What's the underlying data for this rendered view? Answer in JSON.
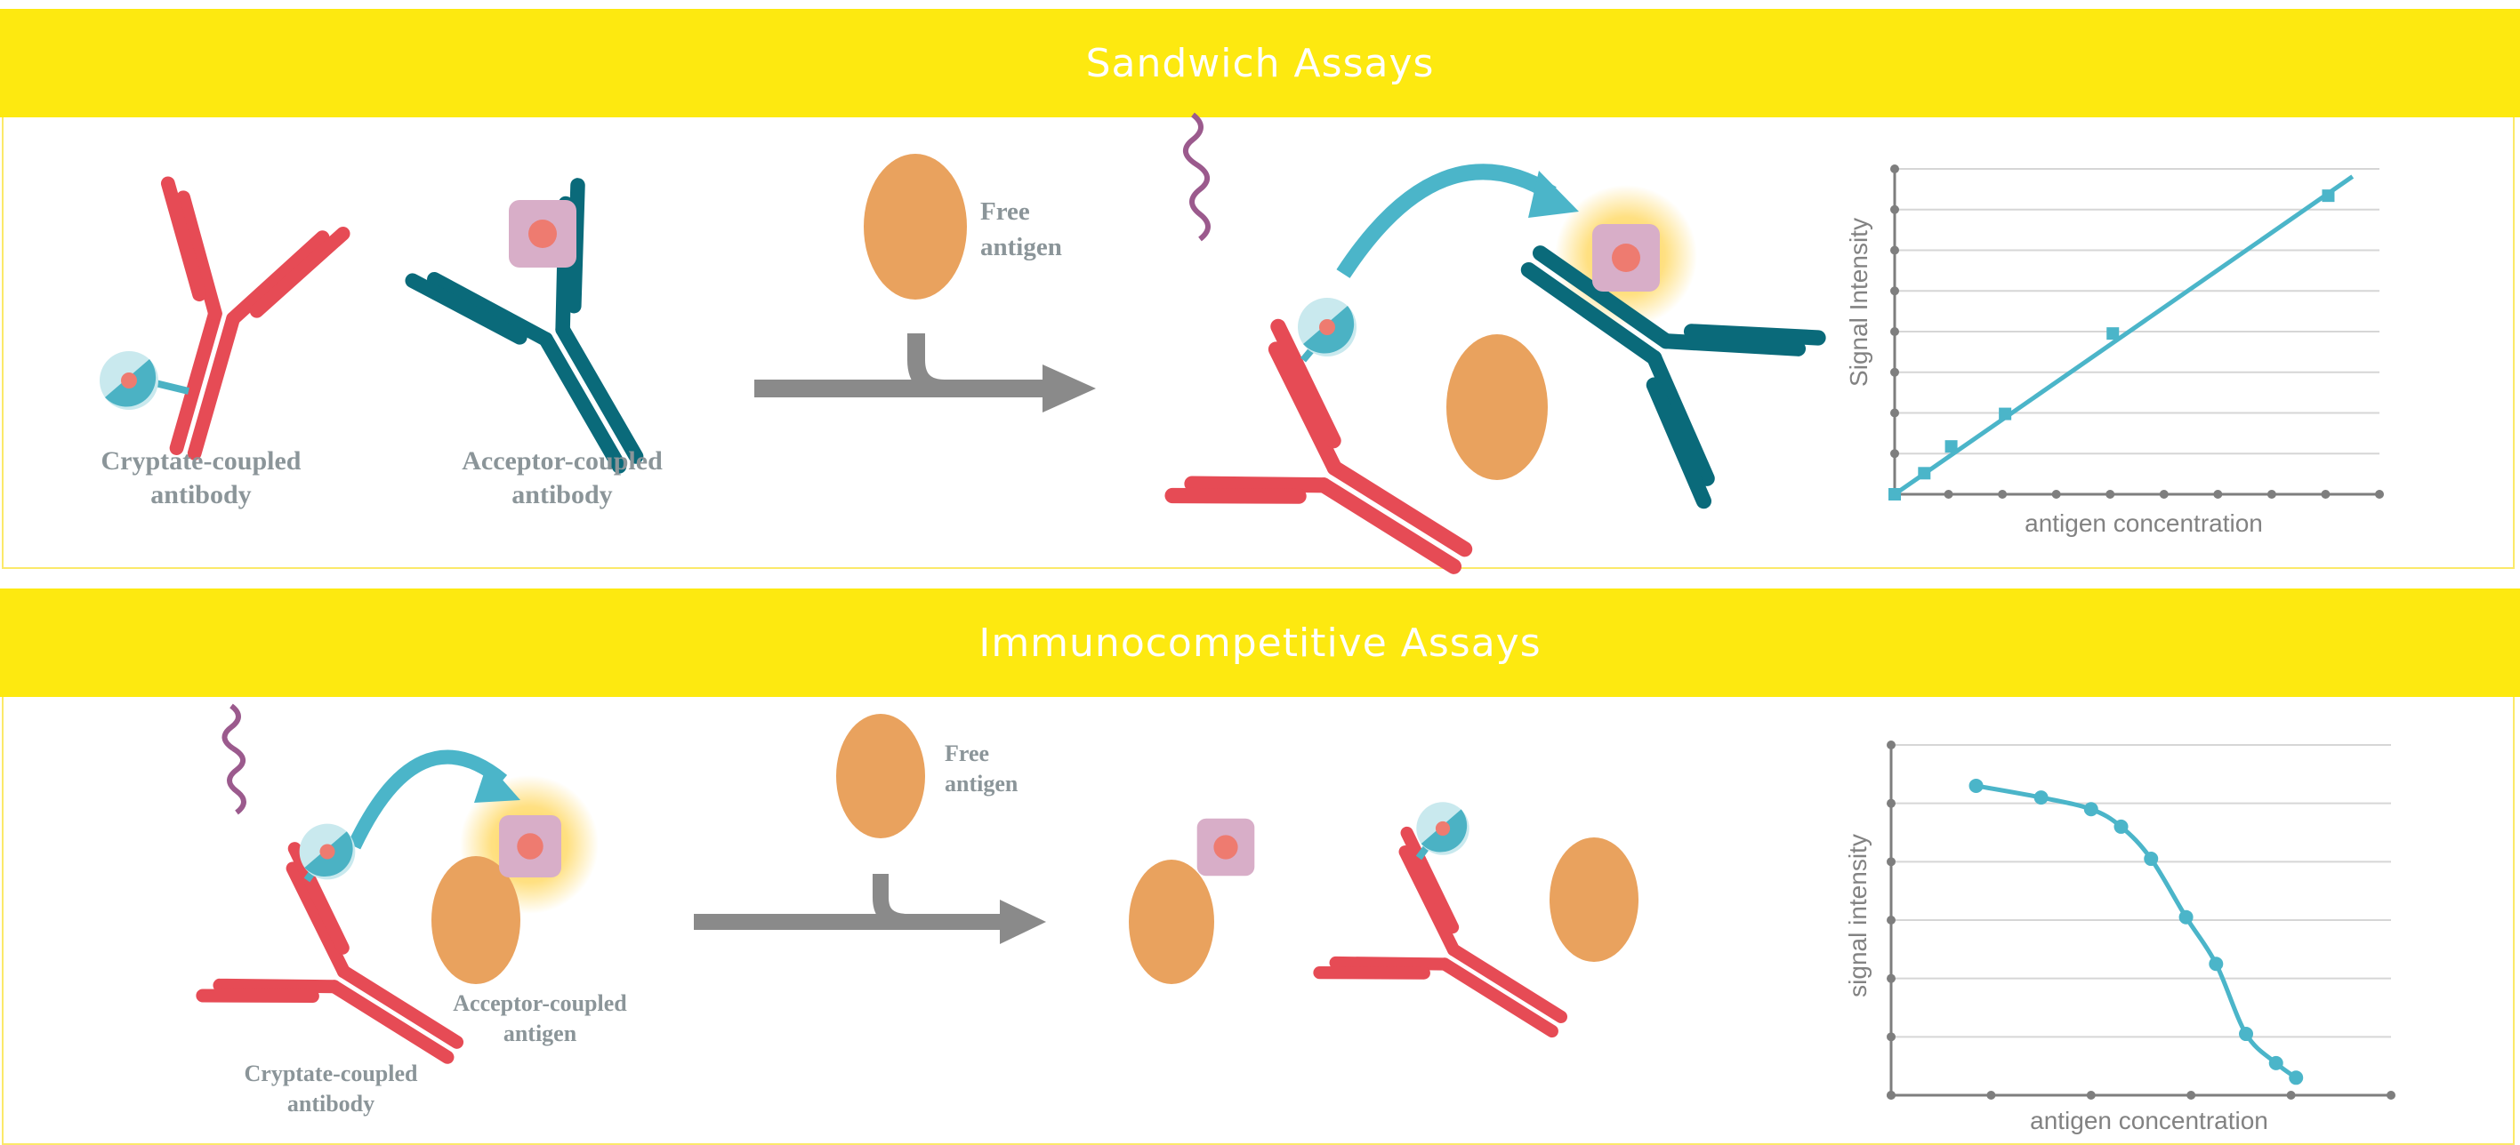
{
  "colors": {
    "header_bg": "#fde910",
    "header_text": "#ffffff",
    "cryptate_antibody": "#e64b55",
    "acceptor_antibody": "#0a6a7a",
    "antigen": "#e9a25e",
    "acceptor_box": "#d8aec8",
    "acceptor_dot": "#ee7b70",
    "cryptate_light": "#c9e9ee",
    "cryptate_dark": "#4bb2c4",
    "arrow_grey": "#8a8a8a",
    "excitation_wave": "#9b5a8d",
    "transfer_arrow": "#4bb5c9",
    "glow": "#ffd34d",
    "curve": "#4bb5c9",
    "axis": "#7e7e7e",
    "grid": "#d6d6d6"
  },
  "sandwich": {
    "title": "Sandwich Assays",
    "cryptate_label": [
      "Cryptate-coupled",
      "antibody"
    ],
    "acceptor_label": [
      "Acceptor-coupled",
      "antibody"
    ],
    "free_antigen_label": [
      "Free",
      "antigen"
    ],
    "chart": {
      "ylabel": "Signal Intensity",
      "xlabel": "antigen concentration"
    }
  },
  "competitive": {
    "title": "Immunocompetitive Assays",
    "cryptate_label": [
      "Cryptate-coupled",
      "antibody"
    ],
    "acceptor_label": [
      "Acceptor-coupled",
      "antigen"
    ],
    "free_antigen_label": [
      "Free",
      "antigen"
    ],
    "chart": {
      "ylabel": "signal intensity",
      "xlabel": "antigen concentration"
    }
  },
  "chart_data": [
    {
      "type": "line",
      "title": "",
      "xlabel": "antigen concentration",
      "ylabel": "Signal Intensity",
      "xlim": [
        0,
        9
      ],
      "ylim": [
        0,
        8.5
      ],
      "grid": true,
      "x": [
        0,
        0.55,
        1.05,
        2.05,
        4.05,
        8.05
      ],
      "y": [
        0,
        0.55,
        1.25,
        2.1,
        4.2,
        7.8
      ],
      "markers": "square",
      "fit_line": [
        [
          0,
          0
        ],
        [
          8.5,
          8.3
        ]
      ]
    },
    {
      "type": "line",
      "title": "",
      "xlabel": "antigen concentration",
      "ylabel": "signal intensity",
      "xlim": [
        0,
        10
      ],
      "ylim": [
        0,
        6
      ],
      "grid": true,
      "x": [
        1.7,
        3.0,
        4.0,
        4.6,
        5.2,
        5.9,
        6.5,
        7.1,
        7.7,
        8.1
      ],
      "y": [
        5.3,
        5.1,
        4.9,
        4.6,
        4.05,
        3.05,
        2.25,
        1.05,
        0.55,
        0.3
      ],
      "markers": "circle",
      "smooth": true
    }
  ]
}
